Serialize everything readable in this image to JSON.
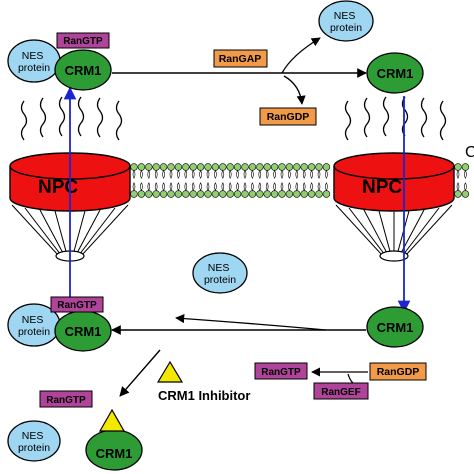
{
  "labels": {
    "nes_protein": [
      "NES",
      "protein"
    ],
    "crm1": "CRM1",
    "rangtp": "RanGTP",
    "rangdp": "RanGDP",
    "rangap": "RanGAP",
    "rangef": "RanGEF",
    "npc": "NPC",
    "crm1_inhibitor": "CRM1 Inhibitor",
    "edge_letter": "C"
  },
  "colors": {
    "crm1_fill": "#2e9c34",
    "nes_fill": "#9fd6f2",
    "rangtp_fill": "#b0449a",
    "rangdp_fill": "#f09a4a",
    "npc_fill": "#ee1111",
    "membrane_fill": "#90ce70",
    "transport_arrow": "#1a24d2",
    "inhibitor_fill": "#f5e800"
  }
}
